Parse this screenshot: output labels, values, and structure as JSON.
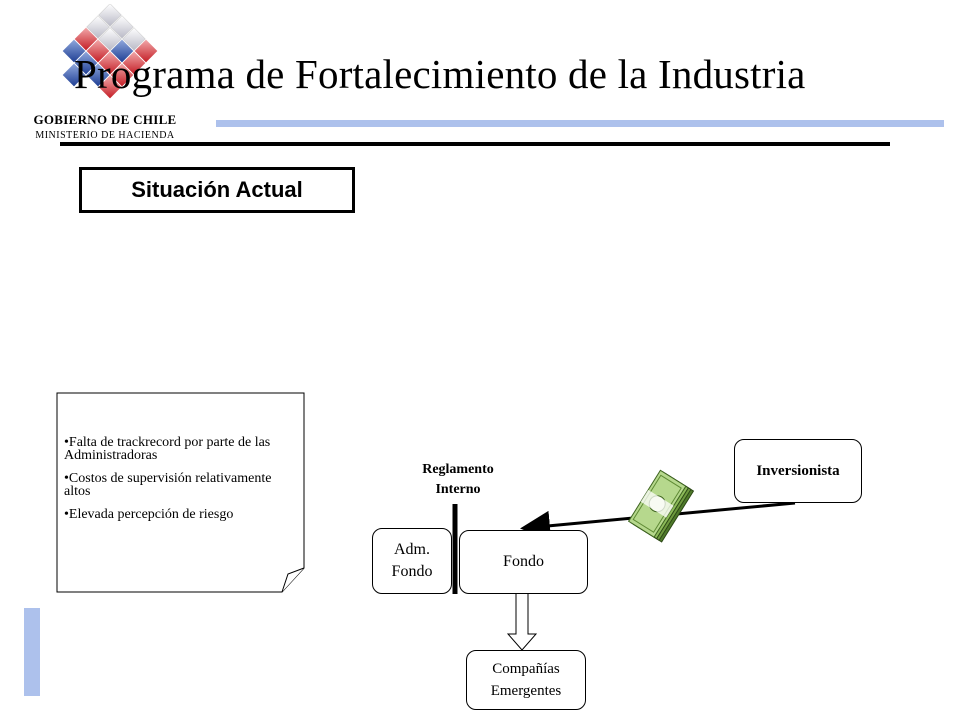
{
  "header": {
    "title": "Programa de Fortalecimiento de la Industria",
    "government": "GOBIERNO DE CHILE",
    "ministry": "MINISTERIO DE HACIENDA"
  },
  "section": {
    "title": "Situación Actual"
  },
  "note": {
    "items": [
      "•Falta de trackrecord por parte de las Administradoras",
      "•Costos de supervisión relativamente altos",
      "•Elevada percepción de riesgo"
    ]
  },
  "diagram": {
    "reglamento_line1": "Reglamento",
    "reglamento_line2": "Interno",
    "inversionista": "Inversionista",
    "adm_line1": "Adm.",
    "adm_line2": "Fondo",
    "fondo": "Fondo",
    "companias_line1": "Compañías",
    "companias_line2": "Emergentes"
  },
  "colors": {
    "accent_blue": "#adc1ec",
    "logo_red": "#d9333a",
    "logo_blue": "#2f54a8",
    "money_green": "#8dbb5a"
  },
  "icons": {
    "logo": "government-logo-icon",
    "money": "money-stack-icon"
  }
}
